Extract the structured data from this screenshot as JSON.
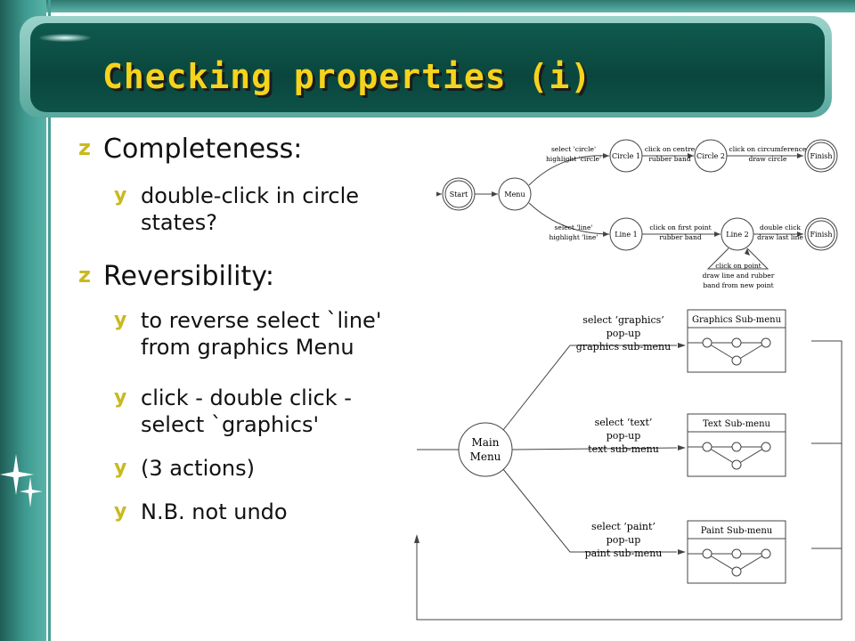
{
  "slide": {
    "title": "Checking properties (i)",
    "bullets": [
      {
        "level": 1,
        "lines": [
          "Completeness:"
        ]
      },
      {
        "level": 2,
        "lines": [
          "double-click in circle",
          "states?"
        ]
      },
      {
        "level": 1,
        "lines": [
          "Reversibility:"
        ]
      },
      {
        "level": 2,
        "lines": [
          "to reverse select `line'",
          "from graphics Menu"
        ]
      },
      {
        "level": 2,
        "lines": [
          "click - double click -",
          "select `graphics'"
        ]
      },
      {
        "level": 2,
        "lines": [
          "(3 actions)"
        ]
      },
      {
        "level": 2,
        "lines": [
          "N.B. not undo"
        ]
      }
    ],
    "bullet_glyph_level1": "z",
    "bullet_glyph_level2": "y"
  },
  "colors": {
    "title_text": "#f6d31c",
    "title_bar": "#0a463d",
    "accent_teal": "#3f9b91",
    "bullet_marker": "#c9b91e"
  },
  "top_diagram": {
    "states": {
      "start": "Start",
      "menu": "Menu",
      "circle1": "Circle 1",
      "circle2": "Circle 2",
      "finish_top": "Finish",
      "line1": "Line 1",
      "line2": "Line 2",
      "finish_bottom": "Finish"
    },
    "labels": {
      "menu_circle1": [
        "select 'circle'",
        "highlight 'circle'"
      ],
      "circle1_circle2": [
        "click on centre",
        "rubber band"
      ],
      "circle2_finish": [
        "click on circumference",
        "draw circle"
      ],
      "menu_line1": [
        "select 'line'",
        "highlight 'line'"
      ],
      "line1_line2": [
        "click on first point",
        "rubber band"
      ],
      "line2_finish": [
        "double click",
        "draw last line"
      ],
      "line2_loop": [
        "click on point",
        "draw line and rubber",
        "band from new point"
      ]
    }
  },
  "bottom_diagram": {
    "main_menu": [
      "Main",
      "Menu"
    ],
    "submenus": [
      {
        "title": "Graphics Sub-menu",
        "label": [
          "select ‘graphics’",
          "pop-up",
          "graphics sub-menu"
        ]
      },
      {
        "title": "Text Sub-menu",
        "label": [
          "select ‘text’",
          "pop-up",
          "text sub-menu"
        ]
      },
      {
        "title": "Paint Sub-menu",
        "label": [
          "select ‘paint’",
          "pop-up",
          "paint sub-menu"
        ]
      }
    ]
  }
}
